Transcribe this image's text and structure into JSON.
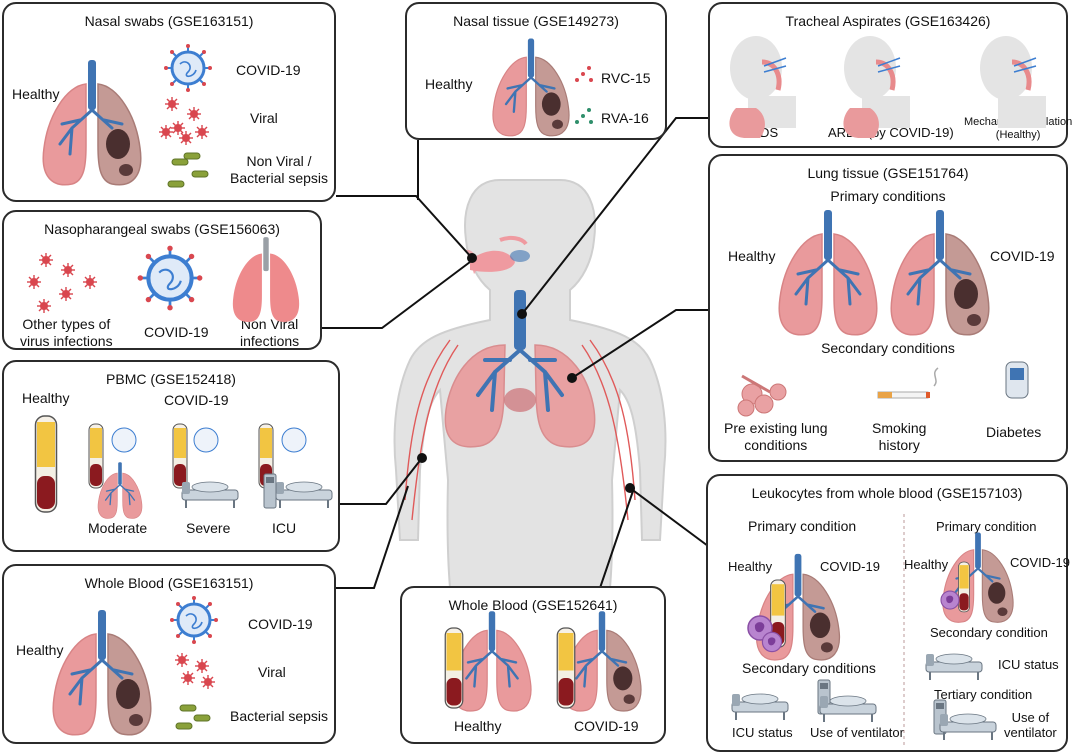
{
  "nasal_swabs": {
    "title": "Nasal swabs (GSE163151)",
    "healthy": "Healthy",
    "covid": "COVID-19",
    "viral": "Viral",
    "nonviral_l1": "Non Viral /",
    "nonviral_l2": "Bacterial sepsis"
  },
  "nasal_tissue": {
    "title": "Nasal tissue (GSE149273)",
    "healthy": "Healthy",
    "rvc": "RVC-15",
    "rva": "RVA-16"
  },
  "tracheal": {
    "title": "Tracheal Aspirates  (GSE163426)",
    "ards": "ARDS",
    "ards_covid": "ARDS (by COVID-19)",
    "mv_l1": "Mechanical ventilation",
    "mv_l2": "(Healthy)"
  },
  "nasopharangeal": {
    "title": "Nasopharangeal swabs (GSE156063)",
    "other_l1": "Other types of",
    "other_l2": "virus infections",
    "covid": "COVID-19",
    "nonviral_l1": "Non Viral",
    "nonviral_l2": "infections"
  },
  "lung_tissue": {
    "title": "Lung tissue (GSE151764)",
    "primary": "Primary conditions",
    "healthy": "Healthy",
    "covid": "COVID-19",
    "secondary": "Secondary conditions",
    "pre_l1": "Pre existing lung",
    "pre_l2": "conditions",
    "smoke_l1": "Smoking",
    "smoke_l2": "history",
    "diabetes": "Diabetes"
  },
  "pbmc": {
    "title": "PBMC (GSE152418)",
    "healthy": "Healthy",
    "covid": "COVID-19",
    "moderate": "Moderate",
    "severe": "Severe",
    "icu": "ICU"
  },
  "whole_blood_1": {
    "title": "Whole Blood (GSE163151)",
    "healthy": "Healthy",
    "covid": "COVID-19",
    "viral": "Viral",
    "bacterial": "Bacterial sepsis"
  },
  "whole_blood_2": {
    "title": "Whole Blood  (GSE152641)",
    "healthy": "Healthy",
    "covid": "COVID-19"
  },
  "leukocytes": {
    "title": "Leukocytes from whole blood  (GSE157103)",
    "primary_left": "Primary condition",
    "healthy_left": "Healthy",
    "covid_left": "COVID-19",
    "secondary_left": "Secondary conditions",
    "icu_left": "ICU status",
    "vent_left": "Use of ventilator",
    "primary_right": "Primary condition",
    "healthy_right": "Healthy",
    "covid_right": "COVID-19",
    "secondary_right": "Secondary condition",
    "icu_right": "ICU status",
    "tertiary": "Tertiary condition",
    "use_of": "Use of",
    "ventilator": "ventilator"
  },
  "colors": {
    "lung": "#e99a9c",
    "lung_dark": "#d88486",
    "covid_lung": "#c49a95",
    "bronchi": "#3f74b3",
    "virus": "#d9474f",
    "covid_virus": "#3d7ed1",
    "bacteria": "#8aa13a",
    "body": "#e2e2e2",
    "panel_border": "#2b2b2b"
  }
}
